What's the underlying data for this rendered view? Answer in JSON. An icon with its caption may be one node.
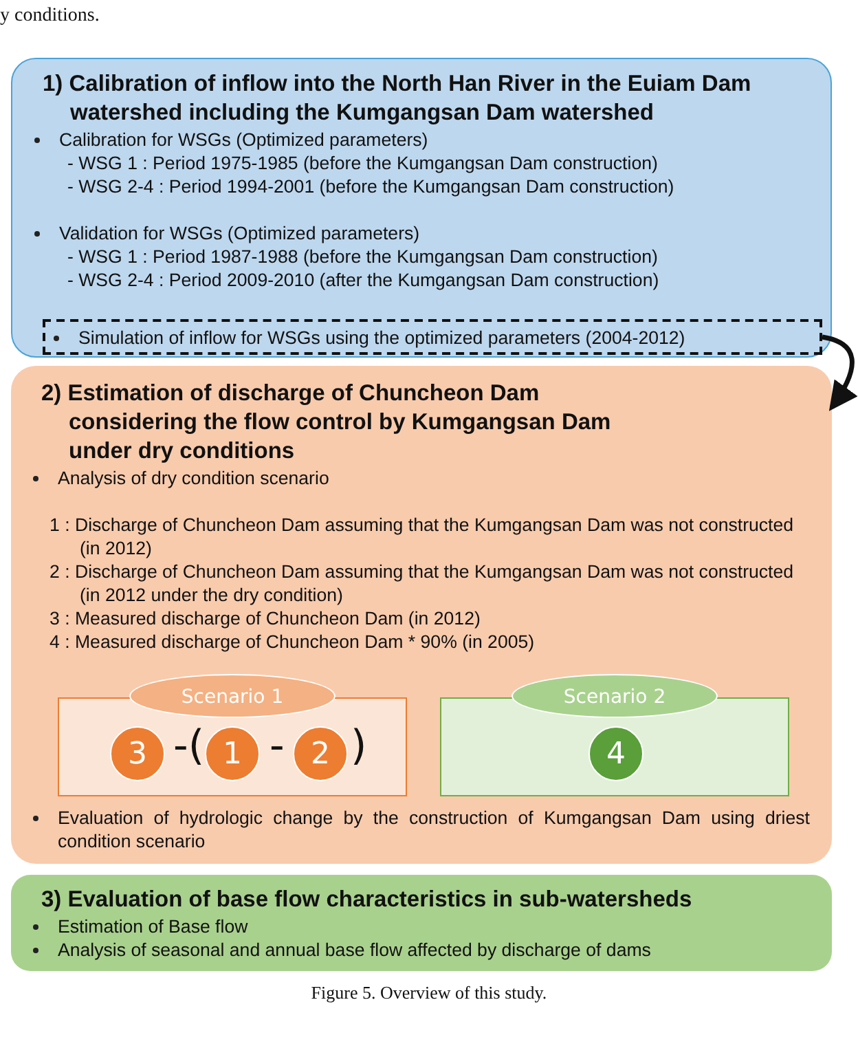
{
  "diagram": {
    "caption": "Figure 5. Overview of this study.",
    "nodes": [
      {
        "text": [
          "1) Calibration of inflow into the North Han River in the Euiam Dam watershed including the Kumgangsan Dam watershed",
          "Calibration for WSGs (Optimized parameters)",
          "- WSG 1 : Period 1975-1985 (before the Kumgangsan Dam construction)",
          "- WSG 2-4 : Period 1994-2001 (before the Kumgangsan Dam construction)",
          "Validation for WSGs (Optimized parameters)",
          "- WSG 1 : Period 1987-1988 (before the Kumgangsan Dam construction)",
          "- WSG 2-4 : Period 2009-2010 (after the Kumgangsan Dam construction)"
        ]
      },
      {
        "text": [
          "Simulation of inflow for WSGs using the optimized parameters (2004-2012)"
        ],
        "in": 0
      },
      {
        "text": [
          "2) Estimation of discharge of Chuncheon Dam considering the flow control by Kumgangsan Dam under dry conditions",
          "Analysis of dry condition scenario",
          "1 : Discharge of Chuncheon Dam assuming that the Kumgangsan Dam was not constructed (in 2012)",
          "2 : Discharge of Chuncheon Dam assuming that the Kumgangsan Dam was not constructed (in 2012 under the dry condition)",
          "3 : Measured discharge of Chuncheon Dam (in 2012)",
          "4 : Measured discharge of Chuncheon Dam * 90% (in 2005)",
          "Evaluation of hydrologic change by the construction of Kumgangsan Dam using driest condition scenario"
        ]
      },
      {
        "text": [
          "Scenario 1"
        ],
        "in": 2
      },
      {
        "text": [
          "3"
        ],
        "in": 3
      },
      {
        "text": [
          "1"
        ],
        "in": 3
      },
      {
        "text": [
          "2"
        ],
        "in": 3
      },
      {
        "text": [
          "Scenario 2"
        ],
        "in": 2
      },
      {
        "text": [
          "4"
        ],
        "in": 7
      },
      {
        "text": [
          "3) Evaluation of base flow characteristics in sub-watersheds",
          "Estimation of Base flow",
          "Analysis of seasonal and annual base flow affected by discharge of dams"
        ]
      }
    ],
    "edges": [
      {
        "from": 1,
        "to": 2,
        "arrow": "to"
      }
    ],
    "labels": [
      "y conditions.",
      "-(",
      "-",
      ")"
    ]
  }
}
